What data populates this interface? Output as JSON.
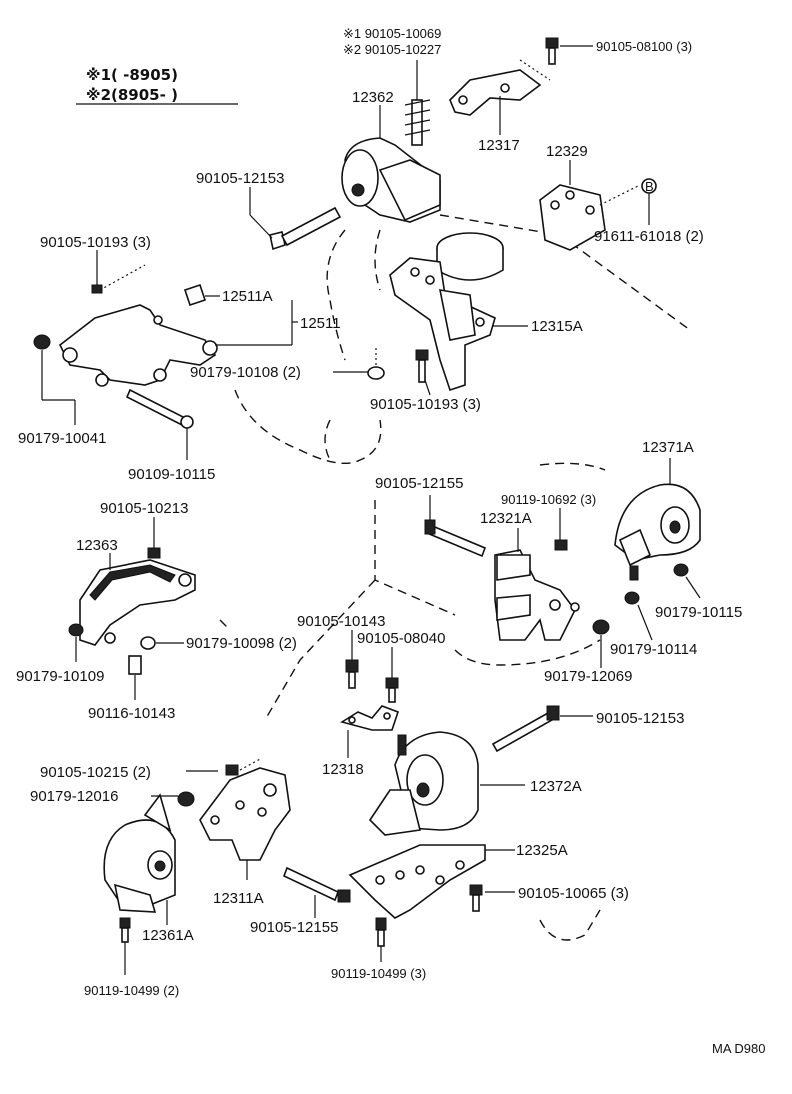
{
  "legend": {
    "line1": "※1(      -8905)",
    "line2": "※2(8905-        )"
  },
  "labels": {
    "n90105_10069": "※1 90105-10069",
    "n90105_10227": "※2 90105-10227",
    "n90105_08100": "90105-08100 (3)",
    "n12362": "12362",
    "n12317": "12317",
    "n12329": "12329",
    "n90105_12153_top": "90105-12153",
    "n91611_61018": "91611-61018 (2)",
    "n90105_10193_l": "90105-10193 (3)",
    "n12511A": "12511A",
    "n12511": "12511",
    "n12315A": "12315A",
    "n90179_10108": "90179-10108 (2)",
    "n90105_10193_c": "90105-10193 (3)",
    "n90179_10041": "90179-10041",
    "n90109_10115": "90109-10115",
    "n12371A": "12371A",
    "n90105_12155_top": "90105-12155",
    "n90119_10692": "90119-10692 (3)",
    "n12321A": "12321A",
    "n90105_10213": "90105-10213",
    "n12363": "12363",
    "n90179_10115": "90179-10115",
    "n90179_10114": "90179-10114",
    "n90105_10143": "90105-10143",
    "n90105_08040": "90105-08040",
    "n90179_10098": "90179-10098 (2)",
    "n90179_10109": "90179-10109",
    "n90179_12069": "90179-12069",
    "n90116_10143": "90116-10143",
    "n90105_12153_bot": "90105-12153",
    "n12318": "12318",
    "n90105_10215": "90105-10215 (2)",
    "n90179_12016": "90179-12016",
    "n12372A": "12372A",
    "n12325A": "12325A",
    "n12311A": "12311A",
    "n90105_10065": "90105-10065 (3)",
    "n90105_12155_bot": "90105-12155",
    "n12361A": "12361A",
    "n90119_10499_bot": "90119-10499 (3)",
    "n90119_10499_l": "90119-10499 (2)",
    "code": "MA D980",
    "circle_b": "B"
  }
}
